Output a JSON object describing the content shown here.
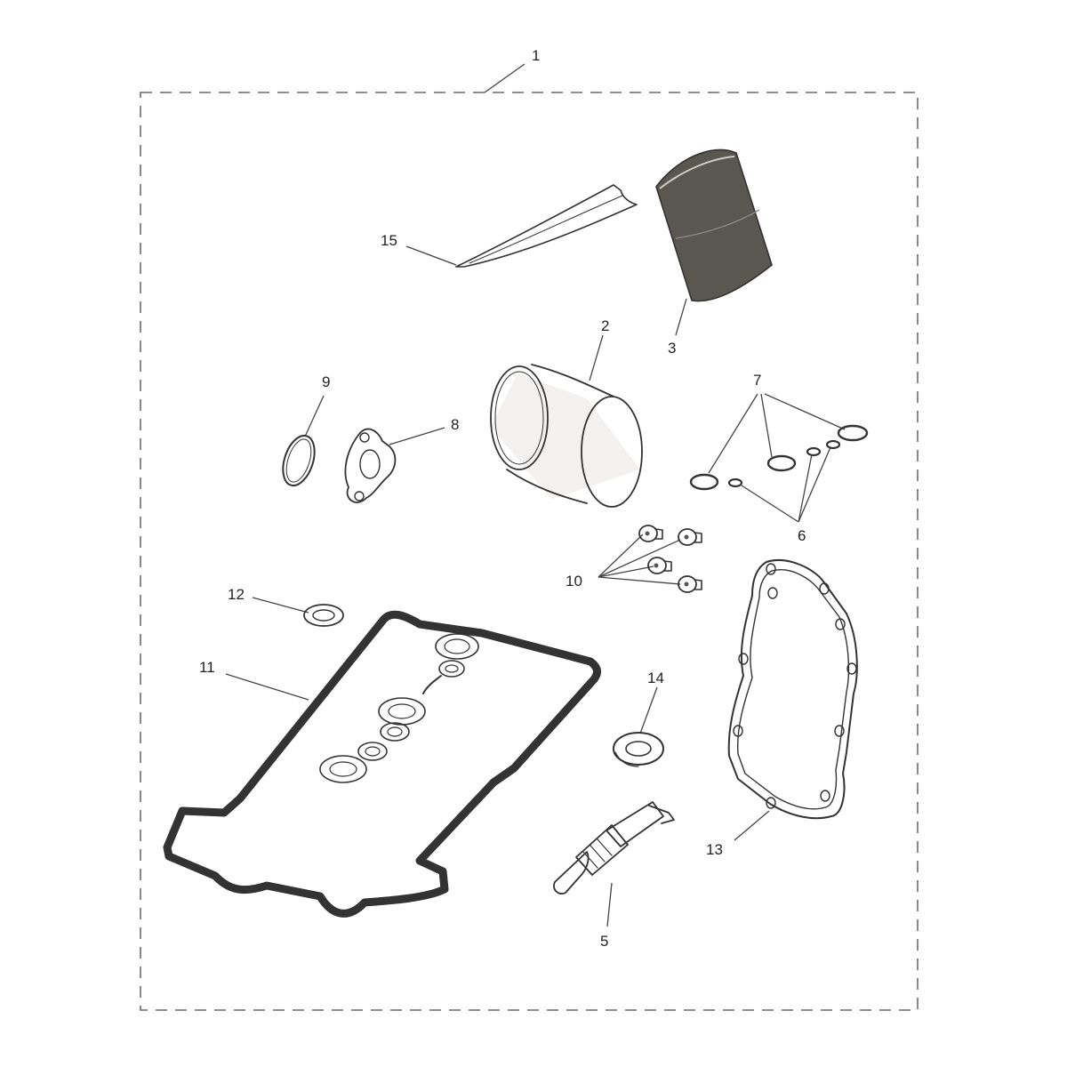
{
  "diagram": {
    "callouts": {
      "kit": "1",
      "oil_filter": "2",
      "air_filter": "3",
      "spark_plug": "5",
      "o_rings_small": "6",
      "o_rings_large": "7",
      "gasket_small": "8",
      "o_ring_single": "9",
      "bolts": "10",
      "cover_gasket": "11",
      "seal": "12",
      "clutch_gasket": "13",
      "washer": "14",
      "strip": "15"
    },
    "colors": {
      "line": "#333333",
      "filter_dark": "#5a5650",
      "filter_light": "#e8e6e2",
      "dashed_border": "#6a6a6a",
      "background": "#ffffff"
    }
  }
}
